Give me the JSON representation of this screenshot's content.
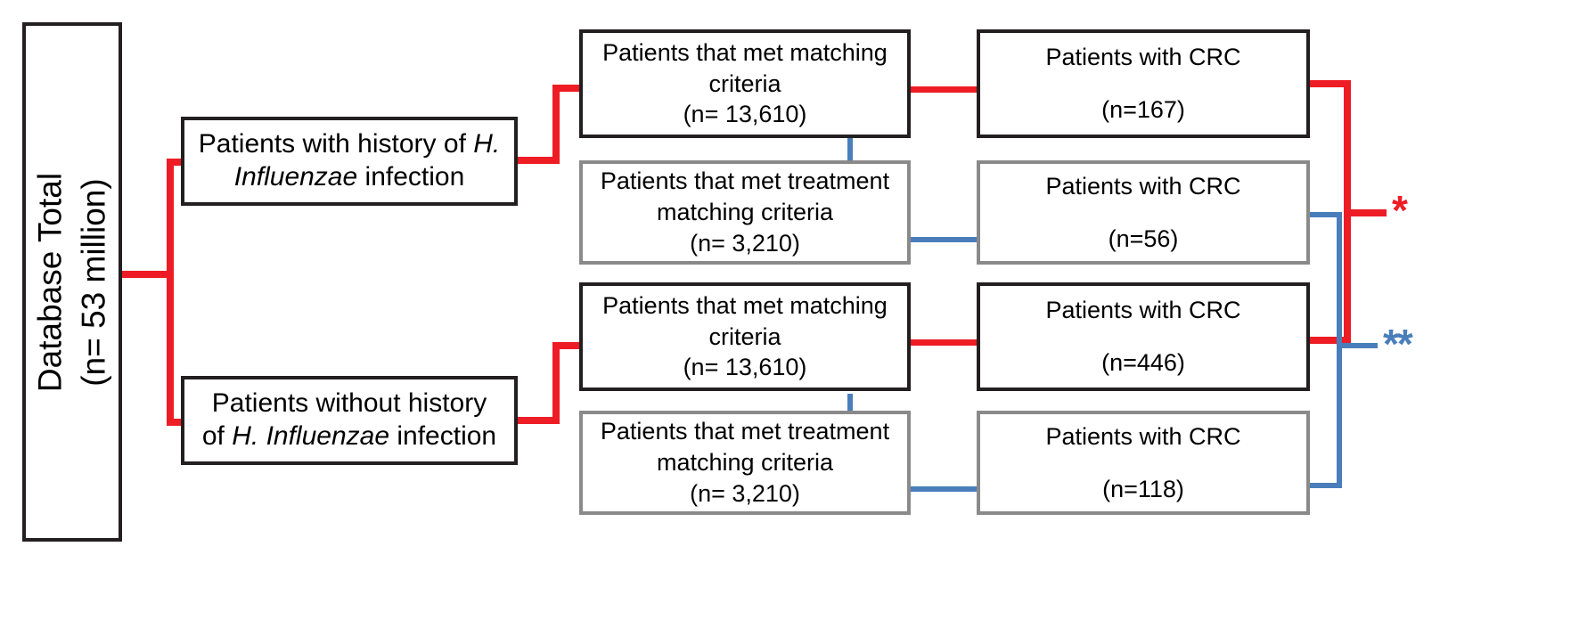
{
  "diagram": {
    "type": "flowchart",
    "title": "",
    "colors": {
      "red_connector": "#ee1c25",
      "blue_connector": "#4a7ebb",
      "black_border": "#231f20",
      "gray_border": "#8a8a8a"
    },
    "database": {
      "line1": "Database Total",
      "line2": "(n= 53 million)"
    },
    "cohorts": {
      "exposed": {
        "text_before": "Patients with history of ",
        "italic1": "H.",
        "italic2": "Influenzae",
        "text_after": " infection"
      },
      "unexposed": {
        "text_before": "Patients without history",
        "text_mid": "of ",
        "italic1": "H.",
        "italic2": "Influenzae",
        "text_after": " infection"
      }
    },
    "matching": {
      "exposed_match": {
        "line1": "Patients that met matching",
        "line2": "criteria",
        "n": "(n= 13,610)"
      },
      "exposed_treatment": {
        "line1": "Patients that met treatment",
        "line2": "matching criteria",
        "n": "(n= 3,210)"
      },
      "unexposed_match": {
        "line1": "Patients that met matching",
        "line2": "criteria",
        "n": "(n= 13,610)"
      },
      "unexposed_treatment": {
        "line1": "Patients that met treatment",
        "line2": "matching criteria",
        "n": "(n= 3,210)"
      }
    },
    "outcomes": {
      "exposed_match_crc": {
        "label": "Patients with CRC",
        "n": "(n=167)"
      },
      "exposed_treatment_crc": {
        "label": "Patients with CRC",
        "n": "(n=56)"
      },
      "unexposed_match_crc": {
        "label": "Patients with CRC",
        "n": "(n=446)"
      },
      "unexposed_treatment_crc": {
        "label": "Patients with CRC",
        "n": "(n=118)"
      }
    },
    "annotations": {
      "comparison_primary": "*",
      "comparison_secondary": "**"
    }
  }
}
